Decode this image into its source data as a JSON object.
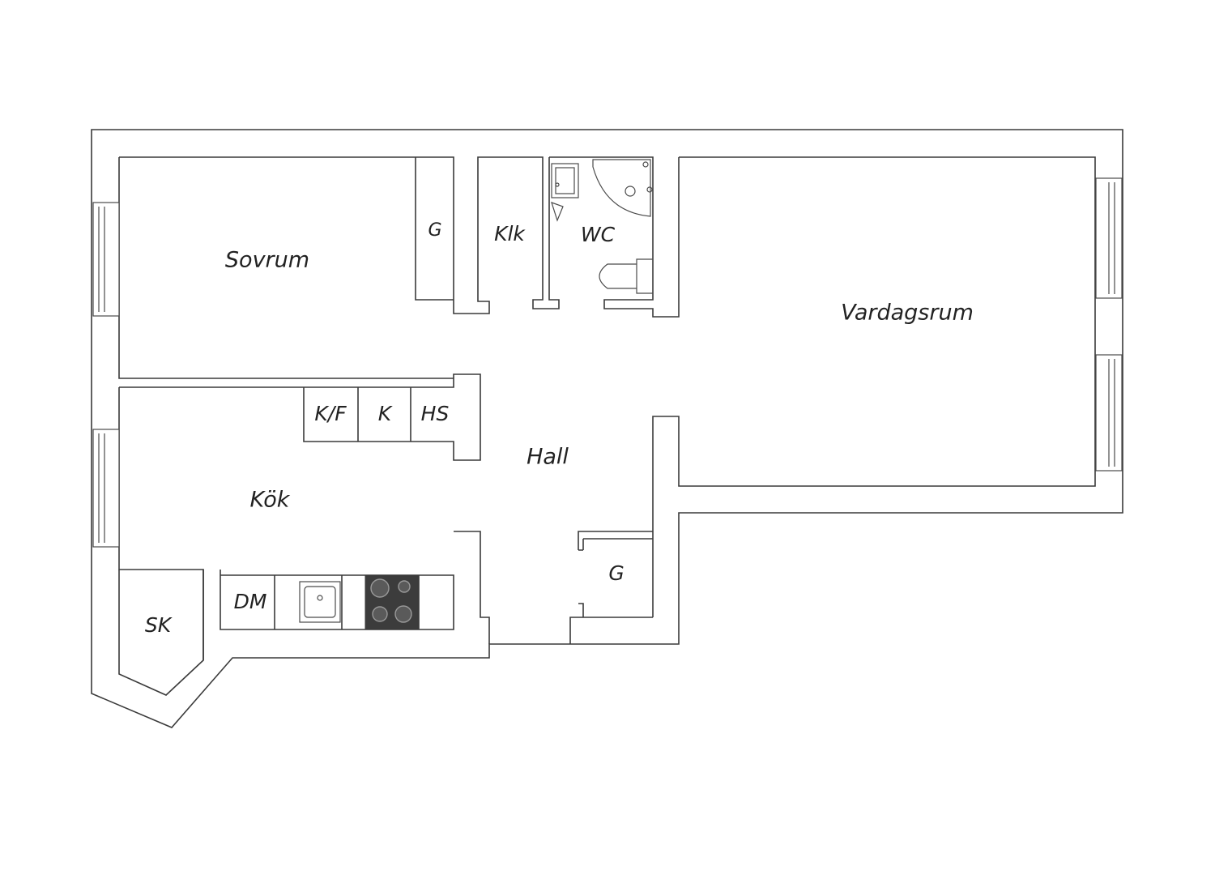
{
  "rooms": {
    "sovrum": "Sovrum",
    "vardagsrum": "Vardagsrum",
    "kok": "Kök",
    "hall": "Hall",
    "klk": "Klk",
    "wc": "WC",
    "garderob_sovrum": "G",
    "garderob_hall": "G",
    "sk": "SK"
  },
  "appliances": {
    "kyl_frys": "K/F",
    "kyl": "K",
    "hogskap": "HS",
    "diskmaskin": "DM"
  },
  "colors": {
    "wall_stroke": "#3a3a3a",
    "hob": "#3c3c3c",
    "background": "#ffffff"
  }
}
